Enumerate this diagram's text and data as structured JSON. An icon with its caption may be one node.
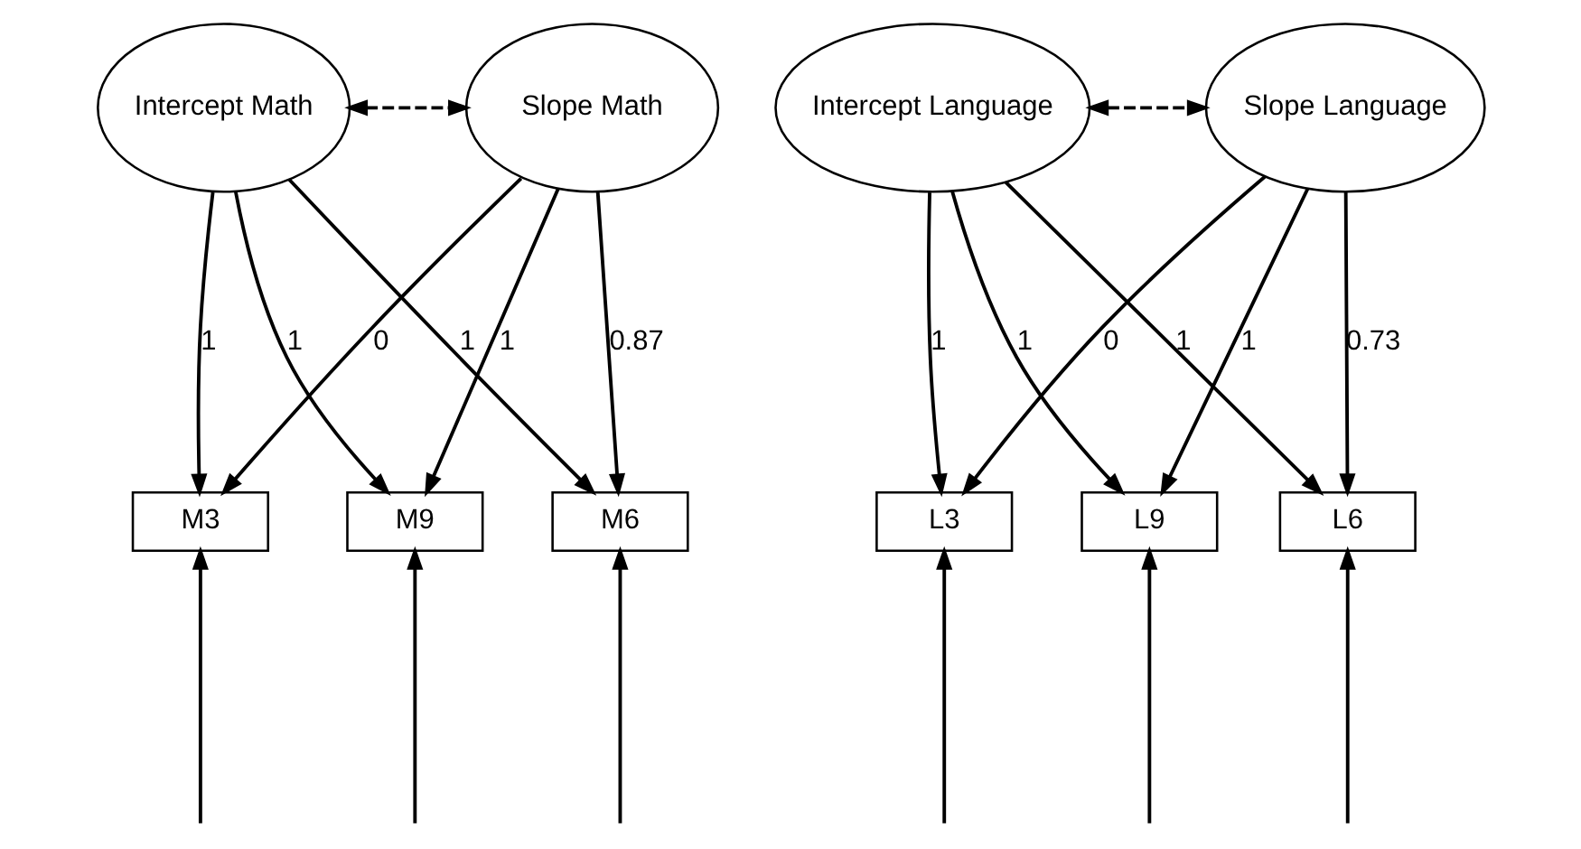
{
  "diagram": {
    "nodes": [
      {
        "text": [
          "Intercept Math"
        ]
      },
      {
        "text": [
          "Slope Math"
        ]
      },
      {
        "text": [
          "M3"
        ]
      },
      {
        "text": [
          "M6"
        ]
      },
      {
        "text": [
          "M9"
        ]
      },
      {
        "text": [
          "Intercept Language"
        ]
      },
      {
        "text": [
          "Slope Language"
        ]
      },
      {
        "text": [
          "L3"
        ]
      },
      {
        "text": [
          "L6"
        ]
      },
      {
        "text": [
          "L9"
        ]
      }
    ],
    "edges": [
      {
        "from": 0,
        "to": 1,
        "arrow": "both",
        "style": "dashed"
      },
      {
        "from": 0,
        "to": 2,
        "arrow": "to",
        "label": "1"
      },
      {
        "from": 0,
        "to": 3,
        "arrow": "to",
        "label": "1"
      },
      {
        "from": 0,
        "to": 4,
        "arrow": "to",
        "label": "1"
      },
      {
        "from": 1,
        "to": 2,
        "arrow": "to",
        "label": "0"
      },
      {
        "from": 1,
        "to": 3,
        "arrow": "to",
        "label": "0.87"
      },
      {
        "from": 1,
        "to": 4,
        "arrow": "to",
        "label": "1"
      },
      {
        "from": 5,
        "to": 6,
        "arrow": "both",
        "style": "dashed"
      },
      {
        "from": 5,
        "to": 7,
        "arrow": "to",
        "label": "1"
      },
      {
        "from": 5,
        "to": 8,
        "arrow": "to",
        "label": "1"
      },
      {
        "from": 5,
        "to": 9,
        "arrow": "to",
        "label": "1"
      },
      {
        "from": 6,
        "to": 7,
        "arrow": "to",
        "label": "0"
      },
      {
        "from": 6,
        "to": 8,
        "arrow": "to",
        "label": "0.73"
      },
      {
        "from": 6,
        "to": 9,
        "arrow": "to",
        "label": "1"
      },
      {
        "from": null,
        "to": 2,
        "arrow": "to"
      },
      {
        "from": null,
        "to": 3,
        "arrow": "to"
      },
      {
        "from": null,
        "to": 4,
        "arrow": "to"
      },
      {
        "from": null,
        "to": 7,
        "arrow": "to"
      },
      {
        "from": null,
        "to": 8,
        "arrow": "to"
      },
      {
        "from": null,
        "to": 9,
        "arrow": "to"
      }
    ]
  }
}
